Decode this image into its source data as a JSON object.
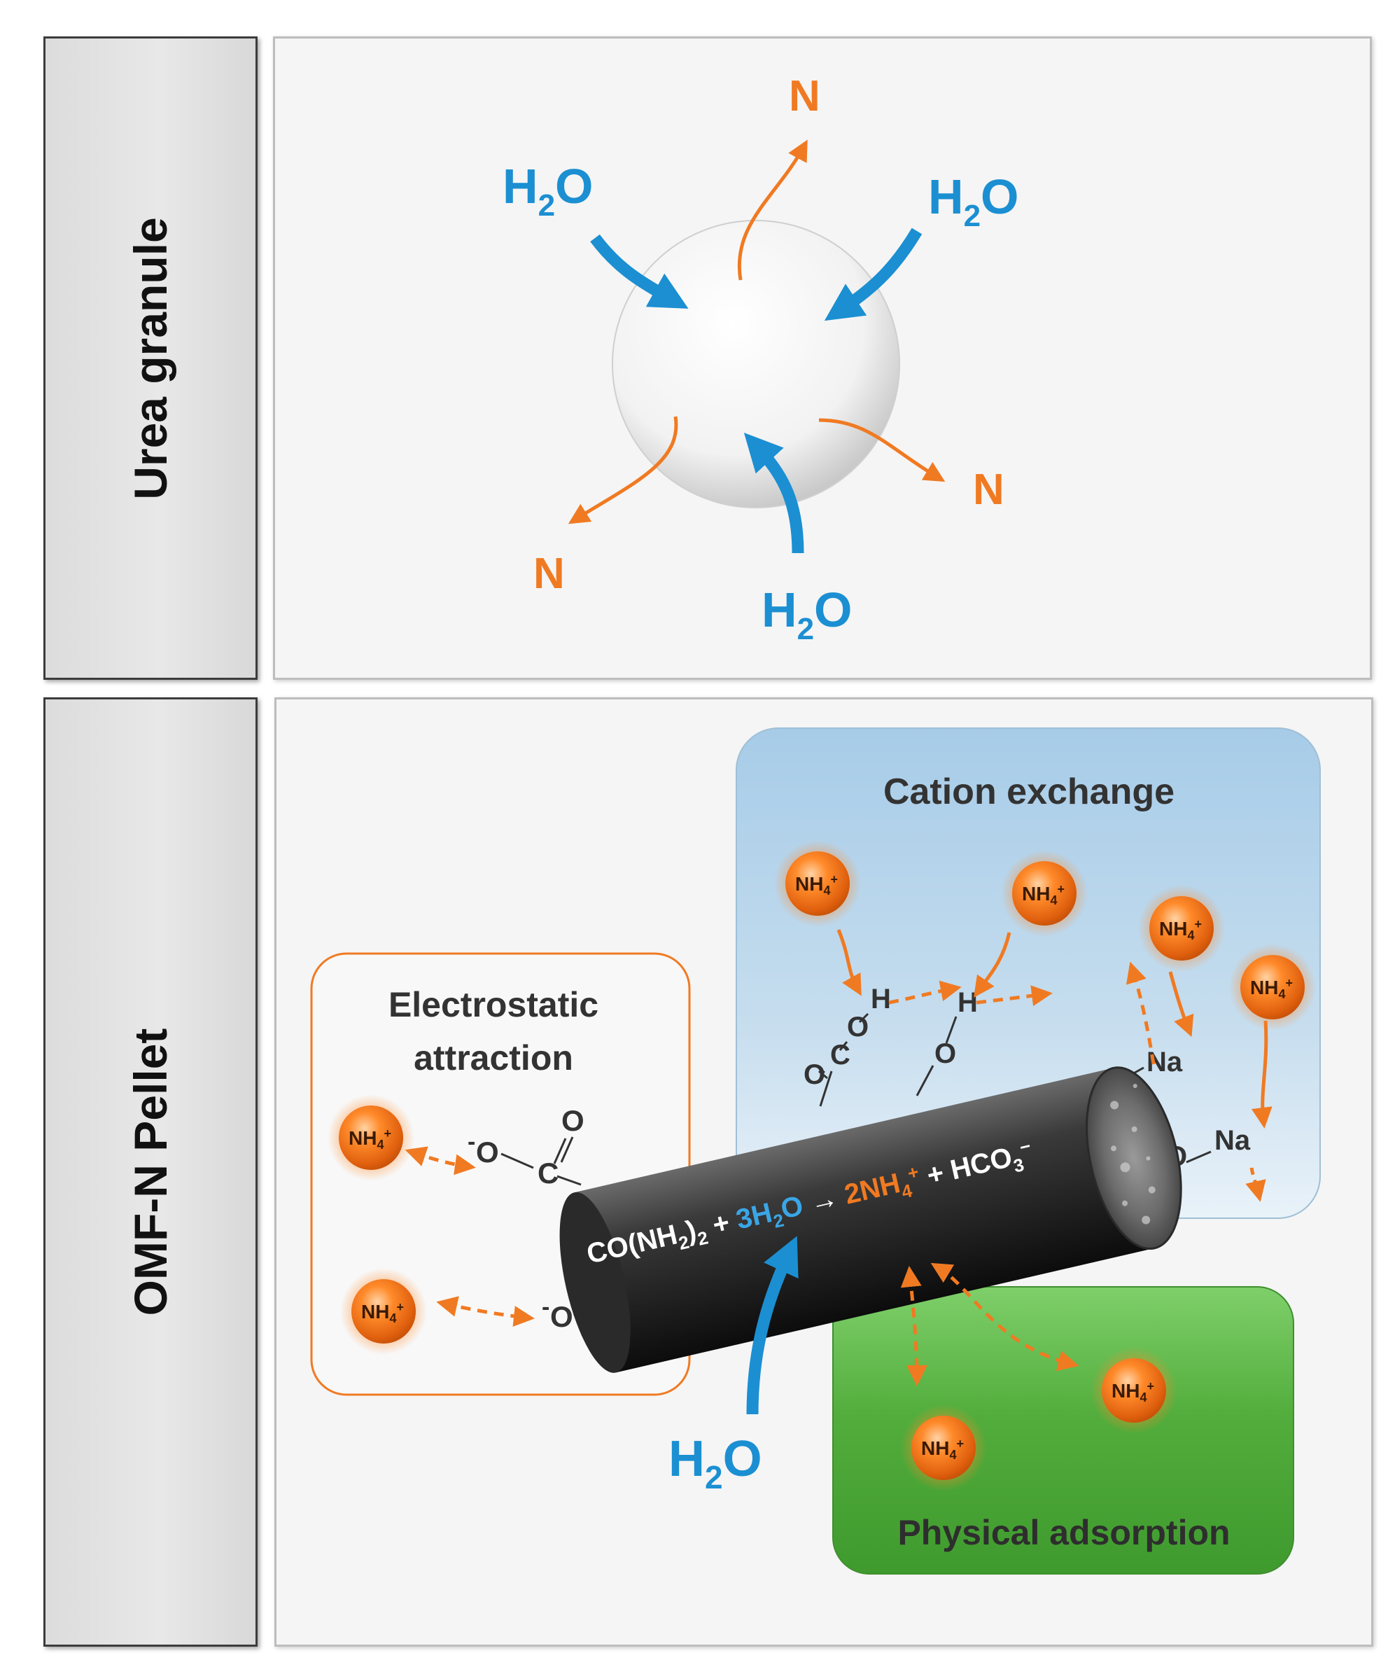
{
  "rows": [
    {
      "label": "Urea granule"
    },
    {
      "label": "OMF-N Pellet"
    }
  ],
  "granule": {
    "water": {
      "base": "H",
      "sub": "2",
      "tail": "O"
    },
    "nitrogen": "N"
  },
  "pellet": {
    "electrostatic": {
      "line1": "Electrostatic",
      "line2": "attraction"
    },
    "cation_exchange": "Cation exchange",
    "physical_adsorption": "Physical adsorption",
    "ion": {
      "base": "NH",
      "sub": "4",
      "sup": "+"
    },
    "water": {
      "base": "H",
      "sub": "2",
      "tail": "O"
    },
    "equation": {
      "co": "CO(NH",
      "co_sub": "2",
      "co_tail": ")",
      "co_sub2": "2",
      "plus1": " + ",
      "water": "3H",
      "water_sub": "2",
      "water_tail": "O",
      "arrow": " → ",
      "ammonium": "2NH",
      "ammonium_sub": "4",
      "ammonium_sup": "+",
      "plus2": " + ",
      "bicarb": "HCO",
      "bicarb_sub": "3",
      "bicarb_sup": "−"
    },
    "groups": {
      "o": "O",
      "c": "C",
      "h": "H",
      "na": "Na",
      "minus": "-",
      "dash": "—"
    }
  },
  "colors": {
    "blue": "#1b8fd2",
    "orange": "#f07a22"
  }
}
